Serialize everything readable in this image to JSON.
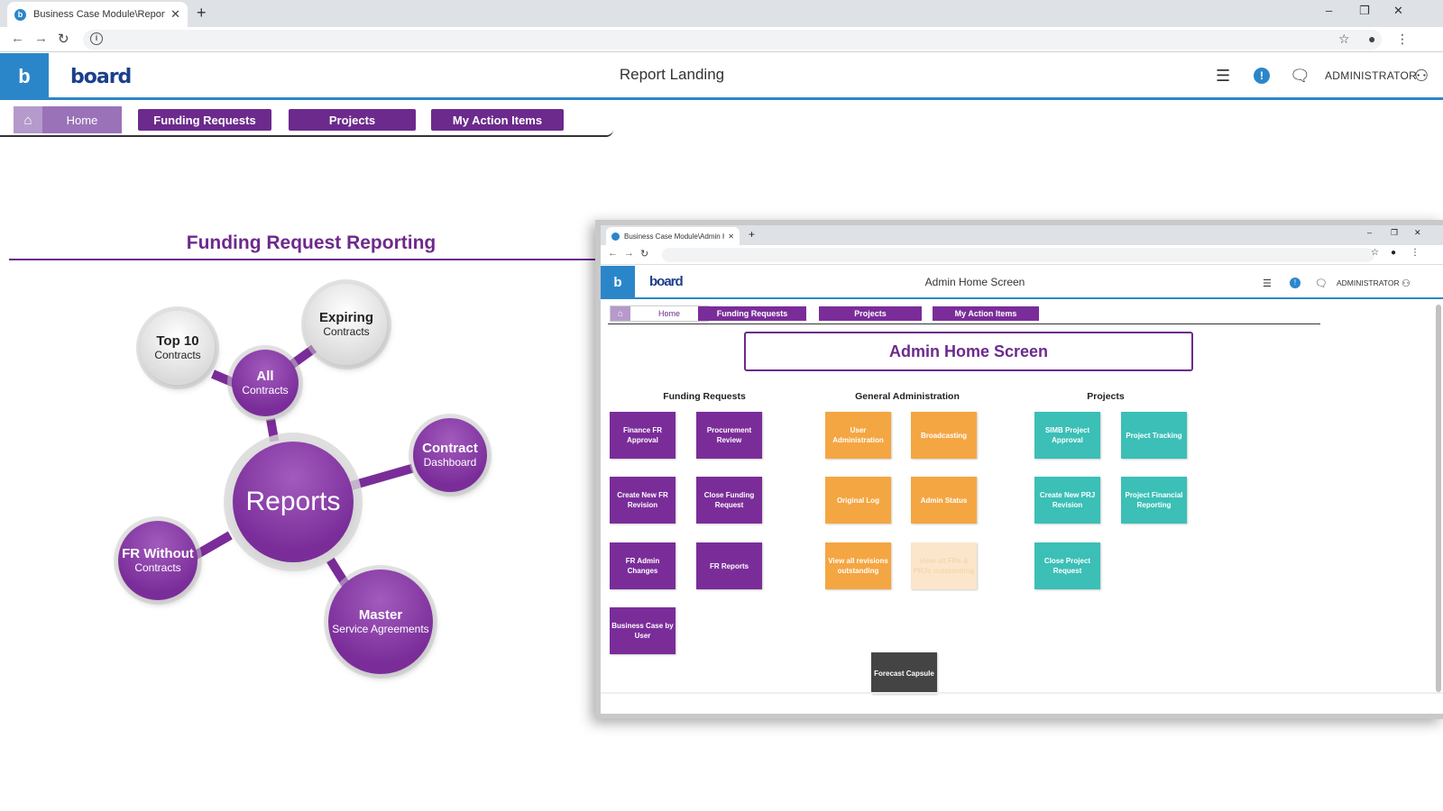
{
  "browser": {
    "tab_title": "Business Case Module\\Report La",
    "tab_close": "✕",
    "new_tab": "+",
    "win_min": "–",
    "win_restore": "❐",
    "win_close": "✕"
  },
  "header": {
    "logo_letter": "b",
    "brand": "board",
    "title": "Report Landing",
    "user": "ADMINISTRATOR",
    "alert_symbol": "!"
  },
  "nav": {
    "home": "Home",
    "items": [
      "Funding Requests",
      "Projects",
      "My Action Items"
    ]
  },
  "left": {
    "section_title": "Funding Request Reporting",
    "hub": "Reports",
    "bubbles": {
      "top10": {
        "title": "Top 10",
        "sub": "Contracts"
      },
      "expiring": {
        "title": "Expiring",
        "sub": "Contracts"
      },
      "all": {
        "title": "All",
        "sub": "Contracts"
      },
      "contract": {
        "title": "Contract",
        "sub": "Dashboard"
      },
      "frwithout": {
        "title": "FR Without",
        "sub": "Contracts"
      },
      "master": {
        "title": "Master",
        "sub": "Service Agreements"
      }
    }
  },
  "inner": {
    "tab_title": "Business Case Module\\Admin H",
    "tab_close": "✕",
    "new_tab": "+",
    "logo_letter": "b",
    "brand": "board",
    "title": "Admin Home Screen",
    "user": "ADMINISTRATOR",
    "nav": {
      "home": "Home",
      "items": [
        "Funding Requests",
        "Projects",
        "My Action Items"
      ]
    },
    "frame_title": "Admin Home Screen",
    "columns": {
      "funding": "Funding Requests",
      "general": "General Administration",
      "projects": "Projects"
    },
    "funding_tiles": [
      "Finance FR Approval",
      "Procurement Review",
      "Create New FR Revision",
      "Close Funding Request",
      "FR Admin Changes",
      "FR Reports",
      "Business Case by User"
    ],
    "general_tiles": [
      "User Administration",
      "Broadcasting",
      "Original Log",
      "Admin Status",
      "View all revisions outstanding",
      "View all FRs & PRJs outstanding"
    ],
    "project_tiles": [
      "SIMB Project Approval",
      "Project Tracking",
      "Create New PRJ Revision",
      "Project Financial Reporting",
      "Close Project Request"
    ],
    "forecast_tile": "Forecast Capsule"
  },
  "colors": {
    "brand_blue": "#2b86c9",
    "purple": "#6c2a8c",
    "orange": "#f4a642",
    "teal": "#3bbfb6"
  }
}
